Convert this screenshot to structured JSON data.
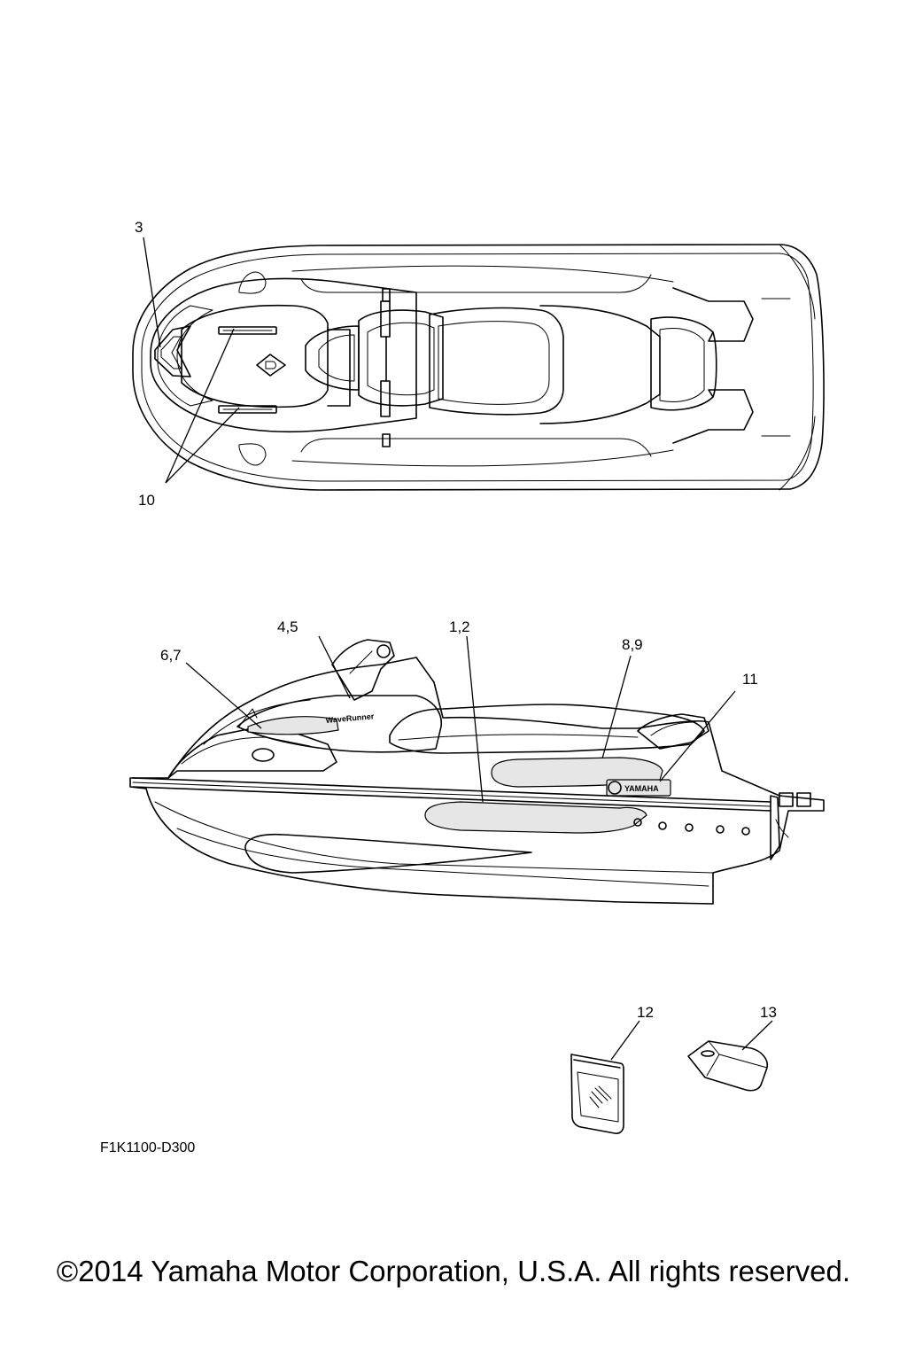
{
  "callouts": {
    "c3": "3",
    "c10": "10",
    "c45": "4,5",
    "c12a": "1,2",
    "c67": "6,7",
    "c89": "8,9",
    "c11": "11",
    "c12": "12",
    "c13": "13"
  },
  "decals": {
    "waverunner": "WaveRunner",
    "yamaha": "YAMAHA"
  },
  "diagram_code": "F1K1100-D300",
  "copyright": "©2014 Yamaha Motor Corporation, U.S.A. All rights reserved."
}
